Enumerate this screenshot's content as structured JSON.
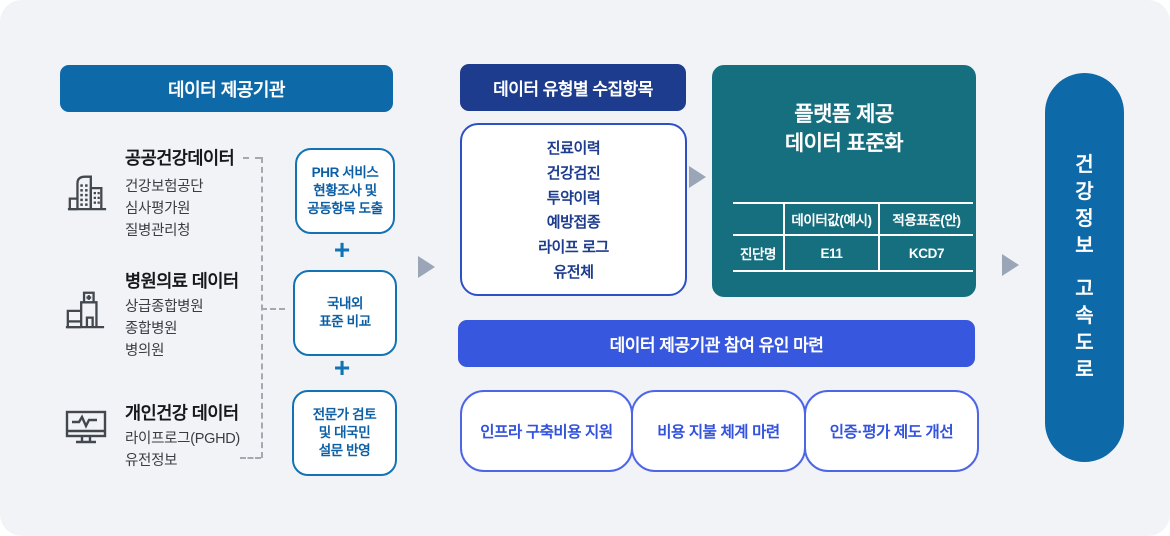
{
  "providers": {
    "header": "데이터 제공기관",
    "groups": [
      {
        "title": "공공건강데이터",
        "items": [
          "건강보험공단",
          "심사평가원",
          "질병관리청"
        ]
      },
      {
        "title": "병원의료 데이터",
        "items": [
          "상급종합병원",
          "종합병원",
          "병의원"
        ]
      },
      {
        "title": "개인건강 데이터",
        "items": [
          "라이프로그(PGHD)",
          "유전정보"
        ]
      }
    ],
    "plus_sign": "+",
    "process_boxes": [
      {
        "lines": [
          "PHR 서비스",
          "현황조사 및",
          "공동항목 도출"
        ]
      },
      {
        "lines": [
          "국내외",
          "표준 비교"
        ]
      },
      {
        "lines": [
          "전문가 검토",
          "및 대국민",
          "설문 반영"
        ]
      }
    ]
  },
  "collection": {
    "header": "데이터 유형별 수집항목",
    "items": [
      "진료이력",
      "건강검진",
      "투약이력",
      "예방접종",
      "라이프 로그",
      "유전체"
    ]
  },
  "platform": {
    "title_line1": "플랫폼 제공",
    "title_line2": "데이터 표준화",
    "table": {
      "headers": [
        "",
        "데이터값(예시)",
        "적용표준(안)"
      ],
      "rows": [
        [
          "진단명",
          "E11",
          "KCD7"
        ]
      ]
    }
  },
  "incentive": {
    "header": "데이터 제공기관 참여 유인 마련",
    "boxes": [
      "인프라 구축비용 지원",
      "비용 지불 체계 마련",
      "인증·평가 제도 개선"
    ]
  },
  "highway": {
    "line1": "건강정보",
    "line2": "고속도로"
  },
  "colors": {
    "canvas_bg": "#f1f3f6",
    "steel_blue": "#0d69a7",
    "navy": "#1d3c8d",
    "teal": "#166f7e",
    "bright_blue": "#3757de",
    "process_border": "#1273b4",
    "process_text": "#0d5fa5",
    "incentive_border": "#4d66e8",
    "incentive_text": "#3352dd",
    "arrow_gray": "#9aa6b8"
  }
}
